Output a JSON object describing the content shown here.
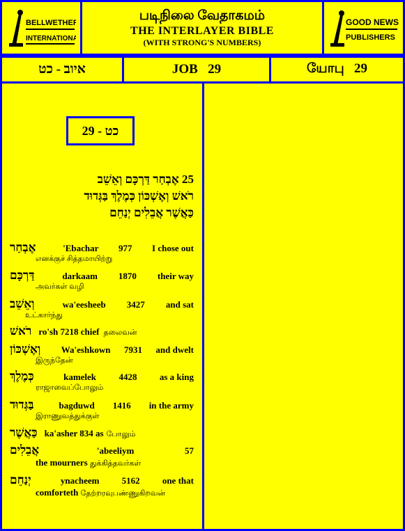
{
  "header": {
    "left_logo": {
      "line1": "BELLWETHER",
      "line2": "INTERNATIONAL"
    },
    "title_tamil": "படிநிலை வேதாகமம்",
    "title_english": "THE INTERLAYER BIBLE",
    "subtitle": "(WITH STRONG'S NUMBERS)",
    "right_logo": {
      "line1": "GOOD NEWS",
      "line2": "PUBLISHERS"
    }
  },
  "chapter_bar": {
    "hebrew": "איוב - כט",
    "english": "JOB   29",
    "tamil": "யோபு   29"
  },
  "chapter_badge": "כט - 29",
  "verse": {
    "number": "25",
    "line1": "אֶבְחַר דַּרְכָּם וְאֵשֵׁב",
    "line2": "רֹאשׁ וְאֶשְׁכּוֹן כְּמֶלֶךְ בַּגְּדוּד",
    "line3": "כַּאֲשֶׁר אֲבֵלִים יְנַחֵם"
  },
  "entries": [
    {
      "hebrew": "אֶבְחַר",
      "translit": "'Ebachar",
      "strong": "977",
      "english": "I chose out",
      "tamil": "எனக்குச் சித்தமாயிற்று"
    },
    {
      "hebrew": "דַּרְכָּם",
      "translit": "darkaam",
      "strong": "1870",
      "english": "their way",
      "tamil": "அவர்கள் வழி"
    },
    {
      "hebrew": "וְאֵשֵׁב",
      "translit": "wa'eesheeb",
      "strong": "3427",
      "english": "and sat",
      "tamil": "உட்கார்ந்து"
    },
    {
      "hebrew": "רֹאשׁ",
      "translit": "ro'sh 7218 chief",
      "strong": "",
      "english": "",
      "tamil": "தலைவன்"
    },
    {
      "hebrew": "וְאֶשְׁכּוֹן",
      "translit": "Wa'eshkown",
      "strong": "7931",
      "english": "and dwelt",
      "tamil": "இருந்தேன்"
    },
    {
      "hebrew": "כְּמֶלֶךְ",
      "translit": "kamelek",
      "strong": "4428",
      "english": "as a king",
      "tamil": "ராஜாவைப்போலும்"
    },
    {
      "hebrew": "בַּגְּדוּד",
      "translit": "bagduwd",
      "strong": "1416",
      "english": "in the army",
      "tamil": "இராணுவத்துக்குள்"
    },
    {
      "hebrew": "כַּאֲשֶׁר",
      "translit": "ka'asher 834 as",
      "strong": "",
      "english": "",
      "tamil": "போலும்"
    },
    {
      "hebrew": "אֲבֵלִים",
      "translit": "'abeeliym",
      "strong": "57",
      "english": "",
      "tamil": "the mourners",
      "tamil2": "துக்கித்தவர்கள்"
    },
    {
      "hebrew": "יְנַחֵם",
      "translit": "ynacheem",
      "strong": "5162",
      "english": "one that",
      "tamil": "comforteth",
      "tamil2": "தேற்றரவுபண்ணுகிறவன்"
    }
  ]
}
